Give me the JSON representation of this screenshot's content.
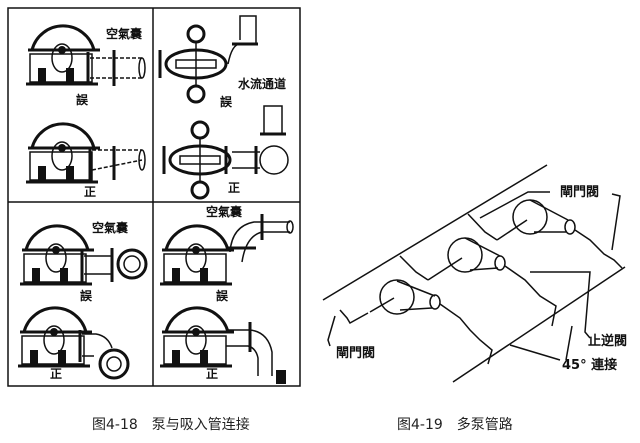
{
  "figure_left": {
    "caption": "图4-18　泵与吸入管连接",
    "panels": [
      {
        "id": "top-left",
        "verdict": "誤",
        "annotation": "空氣囊"
      },
      {
        "id": "top-left-correct",
        "verdict": "正"
      },
      {
        "id": "top-right",
        "verdict": "誤",
        "annotation": "水流通道"
      },
      {
        "id": "top-right-correct",
        "verdict": "正"
      },
      {
        "id": "bottom-left",
        "verdict": "誤",
        "annotation": "空氣囊"
      },
      {
        "id": "bottom-left-correct",
        "verdict": "正"
      },
      {
        "id": "bottom-right",
        "verdict": "誤",
        "annotation": "空氣囊"
      },
      {
        "id": "bottom-right-correct",
        "verdict": "正"
      }
    ]
  },
  "figure_right": {
    "caption": "图4-19　多泵管路",
    "labels": {
      "gate_valve_top": "閘門閥",
      "gate_valve_bottom": "閘門閥",
      "check_valve": "止逆閥",
      "connection_45": "45° 連接"
    }
  }
}
